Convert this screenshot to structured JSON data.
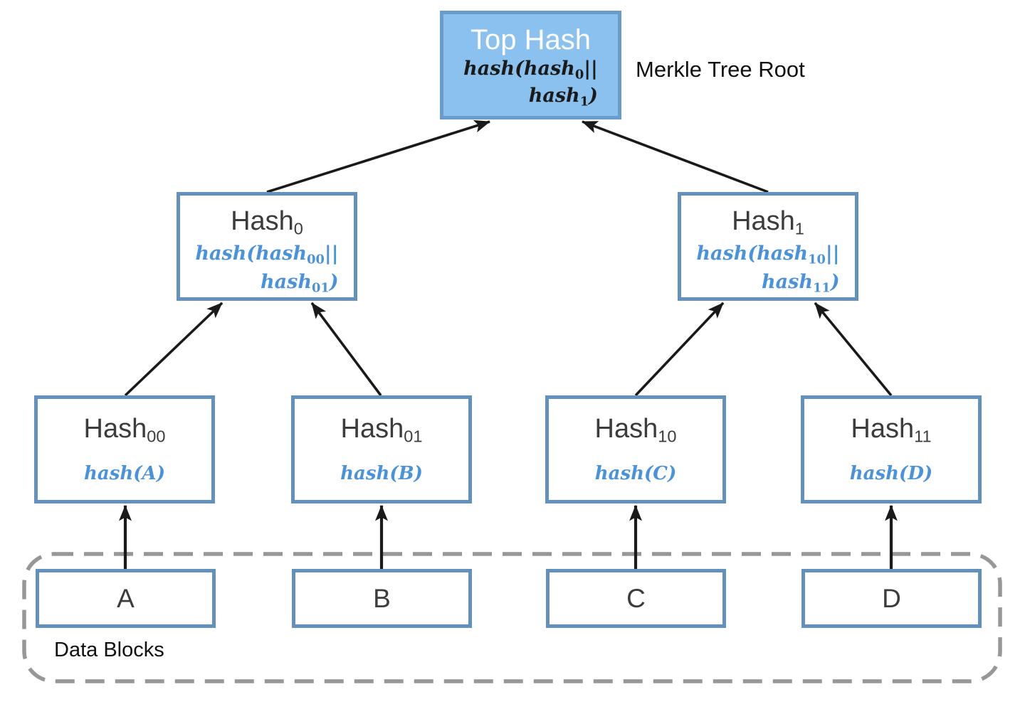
{
  "annotations": {
    "root_label": "Merkle Tree Root",
    "group_label": "Data Blocks"
  },
  "nodes": {
    "top": {
      "title": "Top Hash",
      "f1a": "hash(hash",
      "f1sub": "0",
      "f1b": "||",
      "f2a": "hash",
      "f2sub": "1",
      "f2b": ")"
    },
    "hash0": {
      "title": "Hash",
      "title_sub": "0",
      "f1a": "hash(hash",
      "f1sub": "00",
      "f1b": "||",
      "f2a": "hash",
      "f2sub": "01",
      "f2b": ")"
    },
    "hash1": {
      "title": "Hash",
      "title_sub": "1",
      "f1a": "hash(hash",
      "f1sub": "10",
      "f1b": "||",
      "f2a": "hash",
      "f2sub": "11",
      "f2b": ")"
    },
    "hash00": {
      "title": "Hash",
      "title_sub": "00",
      "formula": "hash(A)"
    },
    "hash01": {
      "title": "Hash",
      "title_sub": "01",
      "formula": "hash(B)"
    },
    "hash10": {
      "title": "Hash",
      "title_sub": "10",
      "formula": "hash(C)"
    },
    "hash11": {
      "title": "Hash",
      "title_sub": "11",
      "formula": "hash(D)"
    },
    "blockA": {
      "label": "A"
    },
    "blockB": {
      "label": "B"
    },
    "blockC": {
      "label": "C"
    },
    "blockD": {
      "label": "D"
    }
  },
  "colors": {
    "root_fill": "#8BC1EE",
    "root_border": "#6A9CCB",
    "node_border": "#6191BC",
    "formula_blue": "#4A92DC",
    "title_text": "#3C3C3C",
    "arrow": "#1A1A1A",
    "group_dashed_border": "#979797"
  }
}
